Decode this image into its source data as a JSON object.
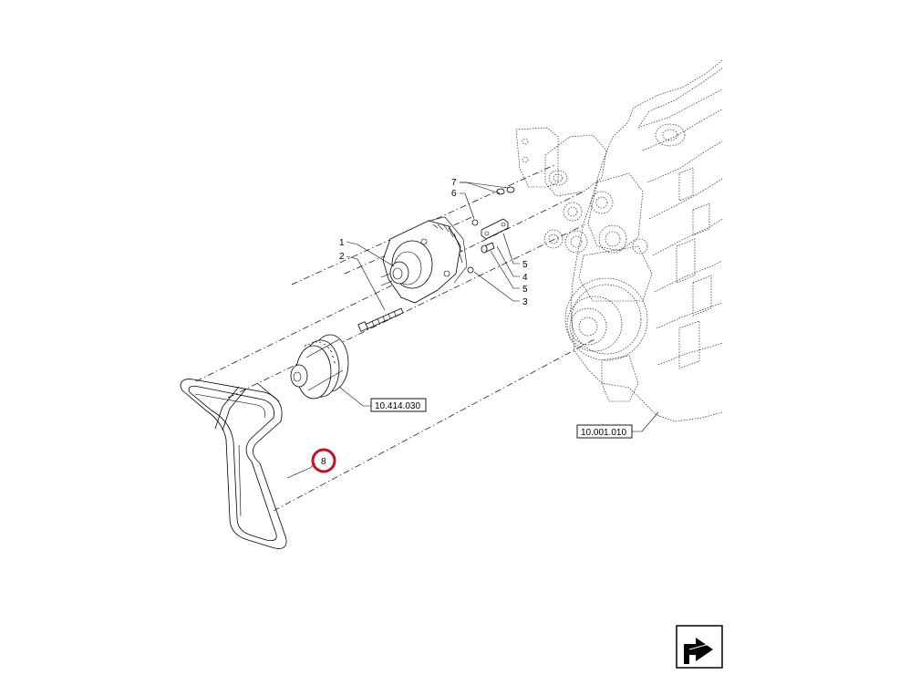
{
  "callouts": {
    "c1": "1",
    "c2": "2",
    "c3": "3",
    "c4": "4",
    "c5a": "5",
    "c5b": "5",
    "c6": "6",
    "c7": "7",
    "c8": "8"
  },
  "references": {
    "pulley_ref": "10.414.030",
    "engine_ref": "10.001.010"
  },
  "colors": {
    "highlight": "#c0122b",
    "line": "#000000"
  },
  "icons": {
    "corner": "next-page-arrow-icon"
  }
}
